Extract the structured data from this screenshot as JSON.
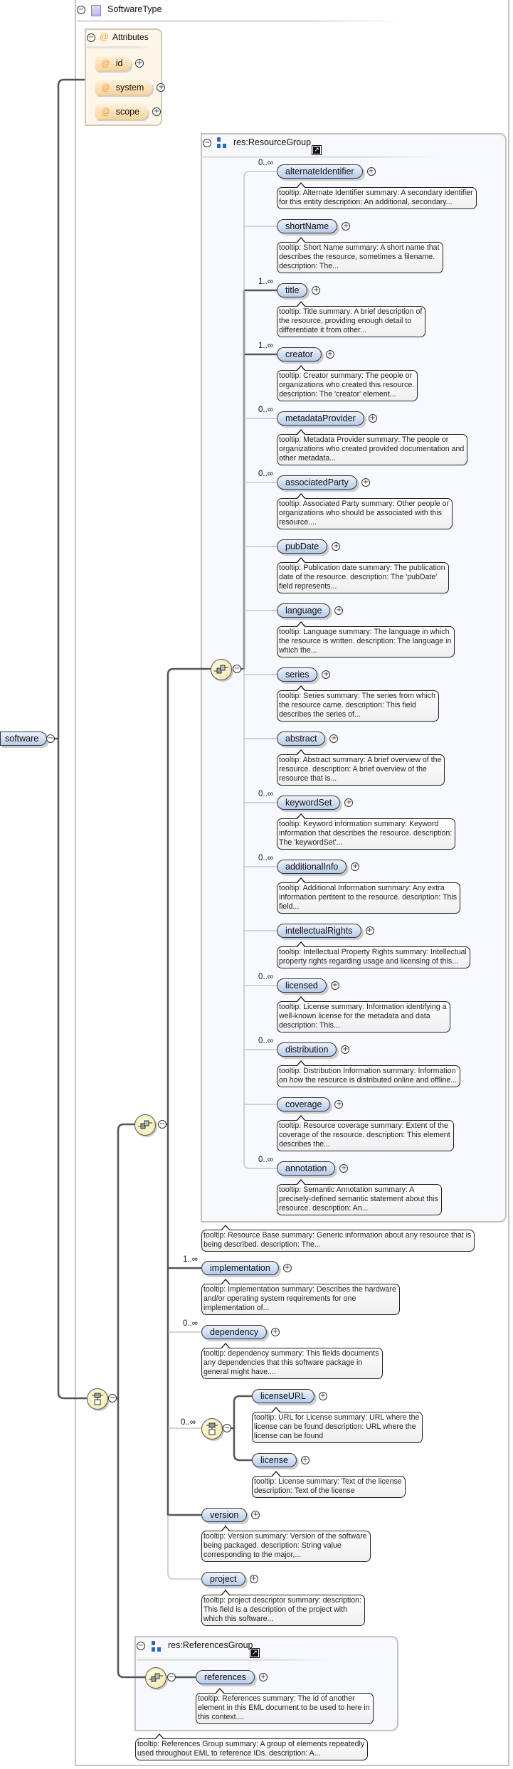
{
  "root": {
    "label": "software"
  },
  "type_box": {
    "title": "SoftwareType",
    "icon": "complex-type-icon"
  },
  "attributes": {
    "title": "Attributes",
    "items": [
      "id",
      "system",
      "scope"
    ],
    "at_symbol": "@"
  },
  "symbols": {
    "plus": "+",
    "minus": "−",
    "link": "↗"
  },
  "resource_group": {
    "title": "res:ResourceGroup",
    "tooltip": "tooltip: Resource Base summary: Generic information about any resource that is\nbeing described. description: The...",
    "items": [
      {
        "name": "alternateIdentifier",
        "card": "0..∞",
        "tooltip": "tooltip: Alternate Identifier summary: A secondary identifier\nfor this entity description: An additional, secondary..."
      },
      {
        "name": "shortName",
        "card": "",
        "tooltip": "tooltip: Short Name summary: A short name that\ndescribes the resource, sometimes a filename.\ndescription: The..."
      },
      {
        "name": "title",
        "card": "1..∞",
        "tooltip": "tooltip: Title summary: A brief description of\nthe resource, providing enough detail to\ndifferentiate it from other..."
      },
      {
        "name": "creator",
        "card": "1..∞",
        "tooltip": "tooltip: Creator summary: The people or\norganizations who created this resource.\ndescription: The 'creator' element..."
      },
      {
        "name": "metadataProvider",
        "card": "0..∞",
        "tooltip": "tooltip: Metadata Provider summary: The people or\norganizations who created provided documentation and\nother metadata..."
      },
      {
        "name": "associatedParty",
        "card": "0..∞",
        "tooltip": "tooltip: Associated Party summary: Other people or\norganizations who should be associated with this\nresource...."
      },
      {
        "name": "pubDate",
        "card": "",
        "tooltip": "tooltip: Publication date summary: The publication\ndate of the resource. description: The 'pubDate'\nfield represents..."
      },
      {
        "name": "language",
        "card": "",
        "tooltip": "tooltip: Language summary: The language in which\nthe resource is written. description: The language in\nwhich the..."
      },
      {
        "name": "series",
        "card": "",
        "tooltip": "tooltip: Series summary: The series from which\nthe resource came. description: This field\ndescribes the series of..."
      },
      {
        "name": "abstract",
        "card": "",
        "tooltip": "tooltip: Abstract summary: A brief overview of the\nresource. description: A brief overview of the\nresource that is..."
      },
      {
        "name": "keywordSet",
        "card": "0..∞",
        "tooltip": "tooltip: Keyword information summary: Keyword\ninformation that describes the resource. description:\nThe 'keywordSet'..."
      },
      {
        "name": "additionalInfo",
        "card": "0..∞",
        "tooltip": "tooltip: Additional Information summary: Any extra\ninformation pertitent to the resource. description: This\nfield..."
      },
      {
        "name": "intellectualRights",
        "card": "",
        "tooltip": "tooltip: Intellectual Property Rights summary: Intellectual\nproperty rights regarding usage and licensing of this..."
      },
      {
        "name": "licensed",
        "card": "0..∞",
        "tooltip": "tooltip: License summary: Information identifying a\nwell-known license for the metadata and data\ndescription: This..."
      },
      {
        "name": "distribution",
        "card": "0..∞",
        "tooltip": "tooltip: Distribution Information summary: Information\non how the resource is distributed online and offline..."
      },
      {
        "name": "coverage",
        "card": "",
        "tooltip": "tooltip: Resource coverage summary: Extent of the\ncoverage of the resource. description: This element\ndescribes the..."
      },
      {
        "name": "annotation",
        "card": "0..∞",
        "tooltip": "tooltip: Semantic Annotation summary: A\nprecisely-defined semantic statement about this\nresource. description: An..."
      }
    ]
  },
  "software_items": [
    {
      "name": "implementation",
      "card": "1..∞",
      "tooltip": "tooltip: Implementation summary: Describes the hardware\nand/or operating system requirements for one\nimplementation of..."
    },
    {
      "name": "dependency",
      "card": "0..∞",
      "tooltip": "tooltip: dependency summary: This fields documents\nany dependencies that this software package in\ngeneral might have...."
    },
    {
      "name": "version",
      "card": "",
      "tooltip": "tooltip: Version summary: Version of the software\nbeing packaged. description: String value\ncorresponding to the major,..."
    },
    {
      "name": "project",
      "card": "",
      "tooltip": "tooltip: project descriptor summary: description:\nThis field is a description of the project with\nwhich this software..."
    }
  ],
  "license_choice": {
    "card": "0..∞",
    "items": [
      {
        "name": "licenseURL",
        "card": "",
        "tooltip": "tooltip: URL for License summary: URL where the\nlicense can be found description: URL where the\nlicense can be found"
      },
      {
        "name": "license",
        "card": "",
        "tooltip": "tooltip: License summary: Text of the license\ndescription: Text of the license"
      }
    ]
  },
  "references_group": {
    "title": "res:ReferencesGroup",
    "tooltip": "tooltip: References Group summary: A group of elements repeatedly\nused throughout EML to reference IDs. description: A...",
    "items": [
      {
        "name": "references",
        "card": "",
        "tooltip": "tooltip: References summary: The id of another\nelement in this EML document to be used to here in\nthis context...."
      }
    ]
  }
}
